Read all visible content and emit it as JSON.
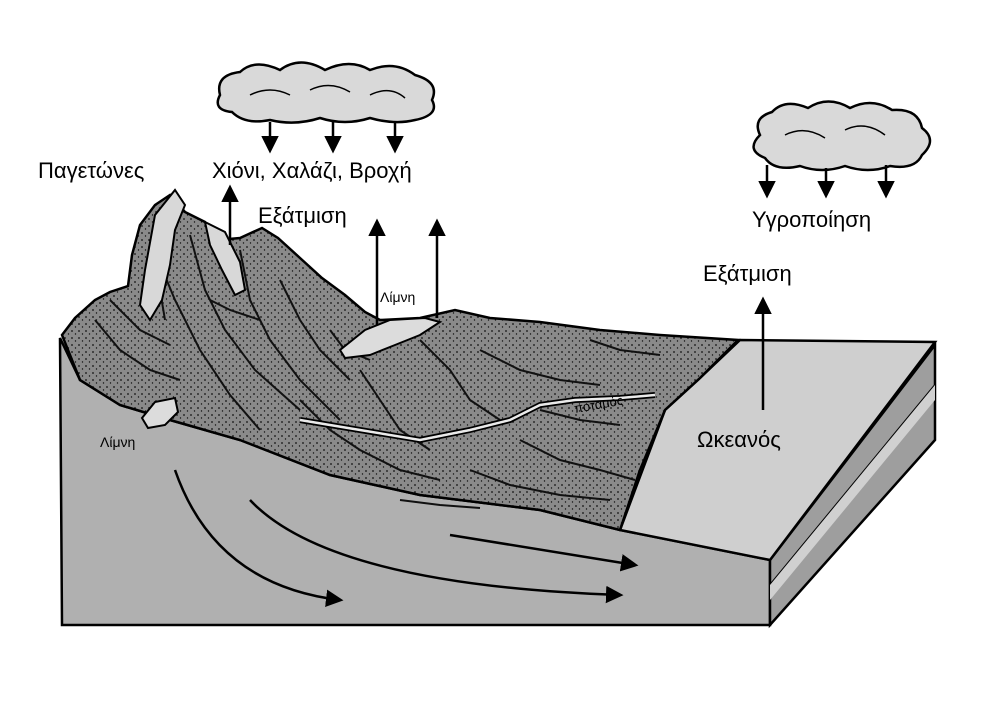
{
  "labels": {
    "glaciers": "Παγετώνες",
    "precipitation": "Χιόνι, Χαλάζι, Βροχή",
    "evaporation_land": "Εξάτμιση",
    "lake_upper": "Λίμνη",
    "condensation": "Υγροποίηση",
    "evaporation_ocean": "Εξάτμιση",
    "river": "ποταμός",
    "ocean": "Ωκεανός",
    "lake_lower": "Λίμνη"
  },
  "colors": {
    "ink": "#000000",
    "terrain": "#8a8a8a",
    "block_side": "#b0b0b0",
    "ocean": "#cfcfcf",
    "cloud": "#d9d9d9",
    "lake": "#dcdcdc"
  }
}
